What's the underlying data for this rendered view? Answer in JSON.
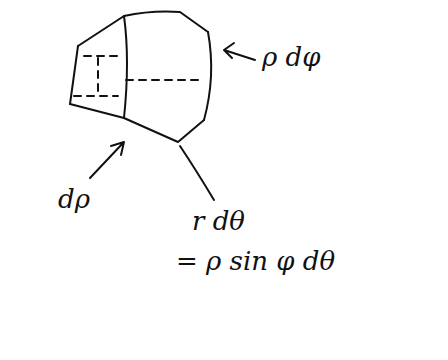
{
  "diagram": {
    "labels": [
      "ρ dφ",
      "dρ",
      "r dθ",
      "= ρ sin φ dθ"
    ]
  }
}
